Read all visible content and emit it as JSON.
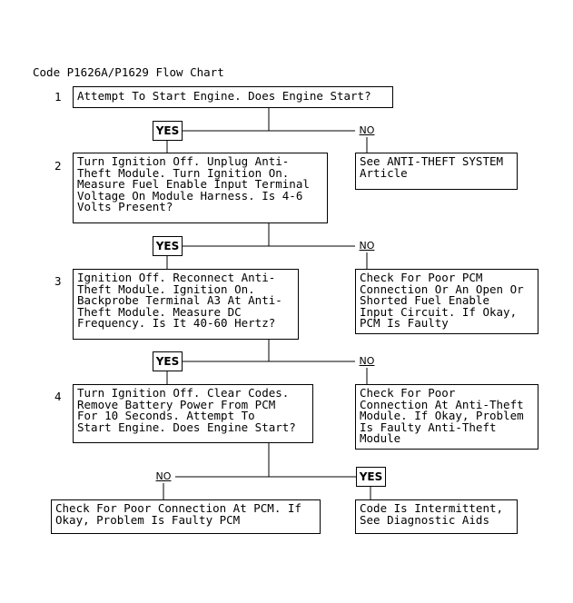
{
  "title": "Code P1626A/P1629 Flow Chart",
  "steps": [
    {
      "number": "1",
      "text": "Attempt To Start Engine. Does Engine Start?"
    },
    {
      "number": "2",
      "text": "Turn Ignition Off. Unplug Anti-\nTheft Module. Turn Ignition On.\nMeasure Fuel Enable Input Terminal\nVoltage On Module Harness. Is 4-6\nVolts Present?"
    },
    {
      "number": "3",
      "text": "Ignition Off. Reconnect Anti-\nTheft Module. Ignition On.\nBackprobe Terminal A3 At Anti-\nTheft Module. Measure DC\nFrequency. Is It 40-60 Hertz?"
    },
    {
      "number": "4",
      "text": "Turn Ignition Off. Clear Codes.\nRemove Battery Power From PCM\nFor 10 Seconds. Attempt To\nStart Engine. Does Engine Start?"
    }
  ],
  "outcomes": {
    "step1_no": "See ANTI-THEFT SYSTEM\nArticle",
    "step2_no": "Check For Poor PCM\nConnection Or An Open Or\nShorted Fuel Enable\nInput Circuit. If Okay,\nPCM Is Faulty",
    "step3_no": "Check For Poor\nConnection At Anti-Theft\nModule. If Okay, Problem\nIs Faulty Anti-Theft\nModule",
    "step4_no": "Check For Poor Connection At PCM. If\nOkay, Problem Is Faulty PCM",
    "step4_yes": "Code Is Intermittent,\nSee Diagnostic Aids"
  },
  "labels": {
    "yes": "YES",
    "no": "NO"
  }
}
